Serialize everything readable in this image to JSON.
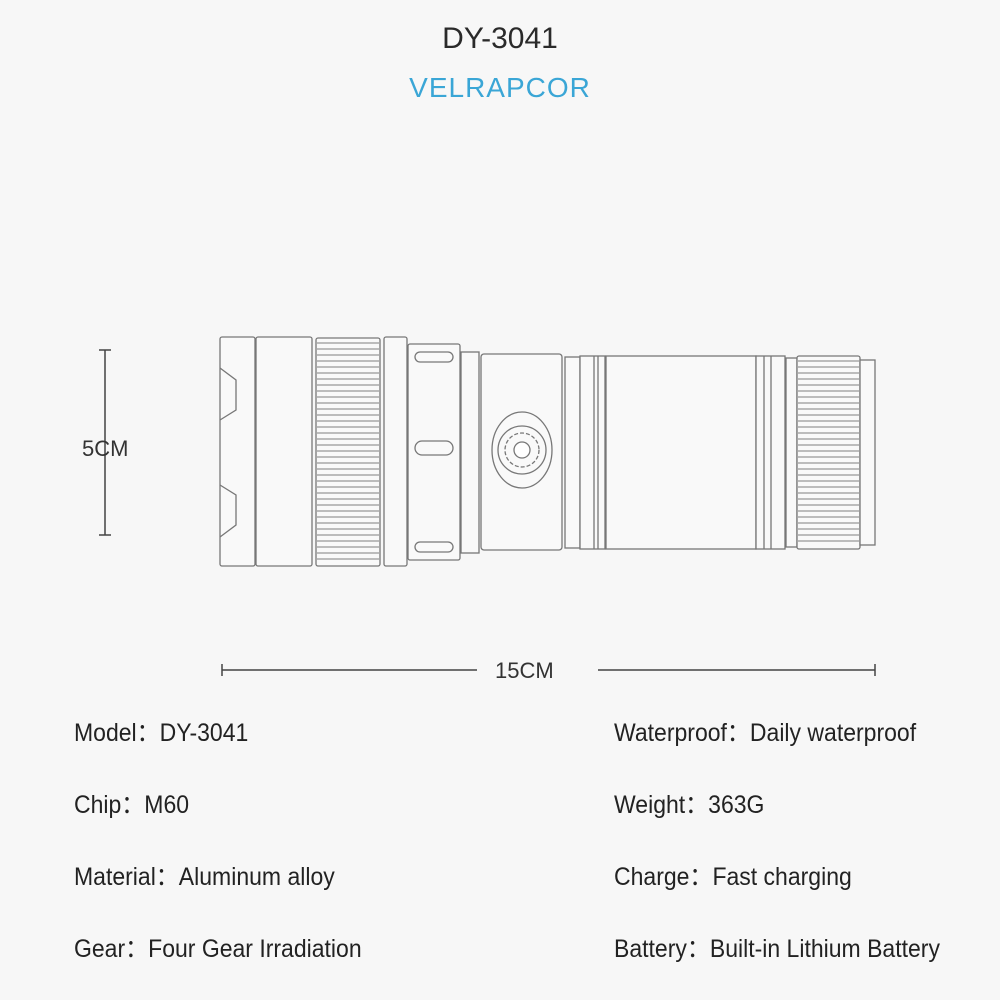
{
  "header": {
    "model_title": "DY-3041",
    "brand": "VELRAPCOR"
  },
  "dimensions": {
    "height_label": "5CM",
    "length_label": "15CM"
  },
  "specs_left": [
    {
      "label": "Model：",
      "value": "DY-3041"
    },
    {
      "label": "Chip：",
      "value": "M60"
    },
    {
      "label": "Material：",
      "value": "Aluminum alloy"
    },
    {
      "label": "Gear：",
      "value": "Four Gear Irradiation"
    }
  ],
  "specs_right": [
    {
      "label": "Waterproof：",
      "value": "Daily waterproof"
    },
    {
      "label": "Weight：",
      "value": "363G"
    },
    {
      "label": "Charge：",
      "value": "Fast charging"
    },
    {
      "label": "Battery：",
      "value": "Built-in Lithium Battery"
    }
  ],
  "colors": {
    "brand": "#3aa6d6",
    "background": "#f7f7f7",
    "line": "#555555"
  }
}
